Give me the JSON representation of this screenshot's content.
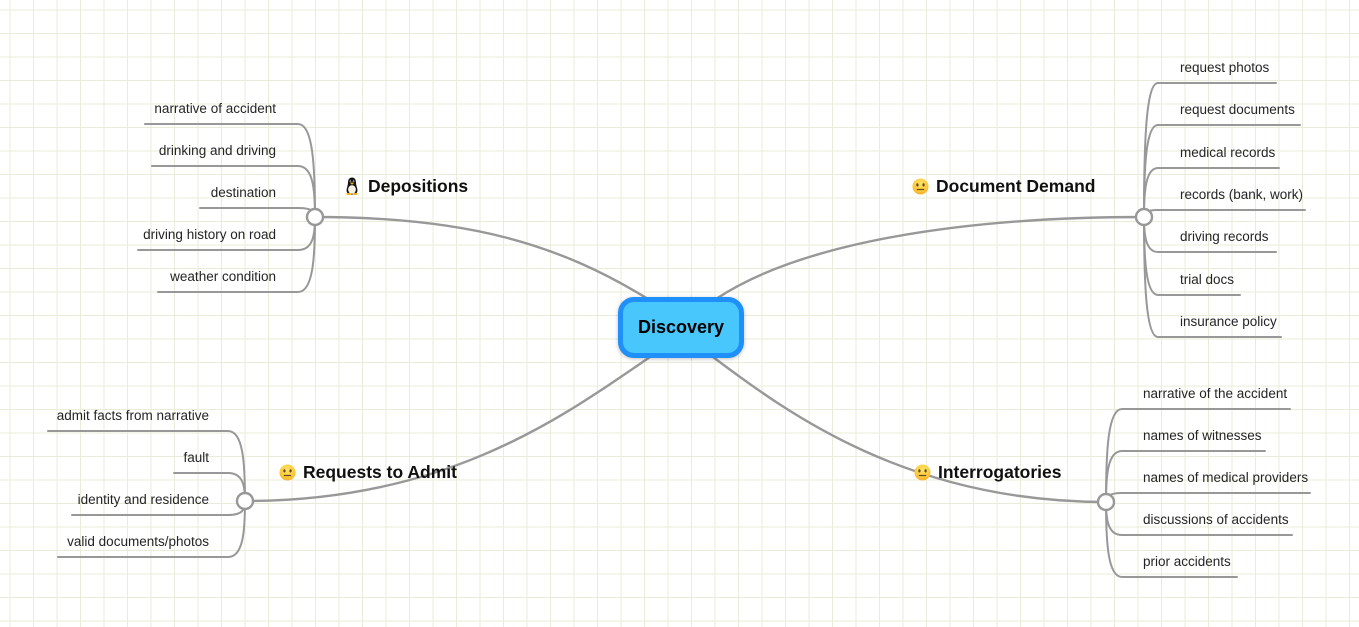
{
  "app": {
    "type": "mind-map-canvas"
  },
  "root": {
    "label": "Discovery"
  },
  "branches": [
    {
      "label": "Depositions",
      "icon": "penguin-icon",
      "children": [
        {
          "label": "narrative of accident"
        },
        {
          "label": "drinking and driving"
        },
        {
          "label": "destination"
        },
        {
          "label": "driving history on road"
        },
        {
          "label": "weather condition"
        }
      ]
    },
    {
      "label": "Document Demand",
      "icon": "neutral-face-icon",
      "children": [
        {
          "label": "request photos"
        },
        {
          "label": "request documents"
        },
        {
          "label": "medical records"
        },
        {
          "label": "records (bank, work)"
        },
        {
          "label": "driving records"
        },
        {
          "label": "trial docs"
        },
        {
          "label": "insurance policy"
        }
      ]
    },
    {
      "label": "Requests to Admit",
      "icon": "neutral-face-icon",
      "children": [
        {
          "label": "admit facts from narrative"
        },
        {
          "label": "fault"
        },
        {
          "label": "identity and residence"
        },
        {
          "label": "valid documents/photos"
        }
      ]
    },
    {
      "label": "Interrogatories",
      "icon": "neutral-face-icon",
      "children": [
        {
          "label": "narrative of the accident"
        },
        {
          "label": "names of witnesses"
        },
        {
          "label": "names of medical providers"
        },
        {
          "label": "discussions of accidents"
        },
        {
          "label": "prior accidents"
        }
      ]
    }
  ],
  "colors": {
    "background": "#ffffff",
    "grid_line": "#e8edd9",
    "connector": "#989898",
    "root_fill": "#47c7fc",
    "root_border": "#1f8ff9",
    "text": "#242424"
  }
}
